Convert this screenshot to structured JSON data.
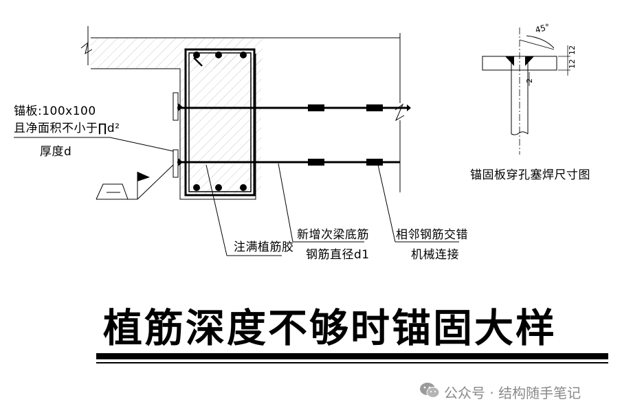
{
  "labels": {
    "anchor_plate_line1": "锚板:100x100",
    "anchor_plate_line2": "且净面积不小于∏d²",
    "anchor_plate_line3": "厚度d",
    "fill_glue": "注满植筋胶",
    "new_beam_line1": "新增次梁底筋",
    "new_beam_line2": "钢筋直径d1",
    "adjacent_line1": "相邻钢筋交错",
    "adjacent_line2": "机械连接",
    "detail_caption": "锚固板穿孔塞焊尺寸图",
    "detail_angle": "45°",
    "detail_dim_a": "12",
    "detail_dim_b": "12",
    "detail_dim_c": "2"
  },
  "title": "植筋深度不够时锚固大样",
  "footer": {
    "account": "公众号 · 结构随手笔记",
    "icon": "wechat-icon"
  }
}
